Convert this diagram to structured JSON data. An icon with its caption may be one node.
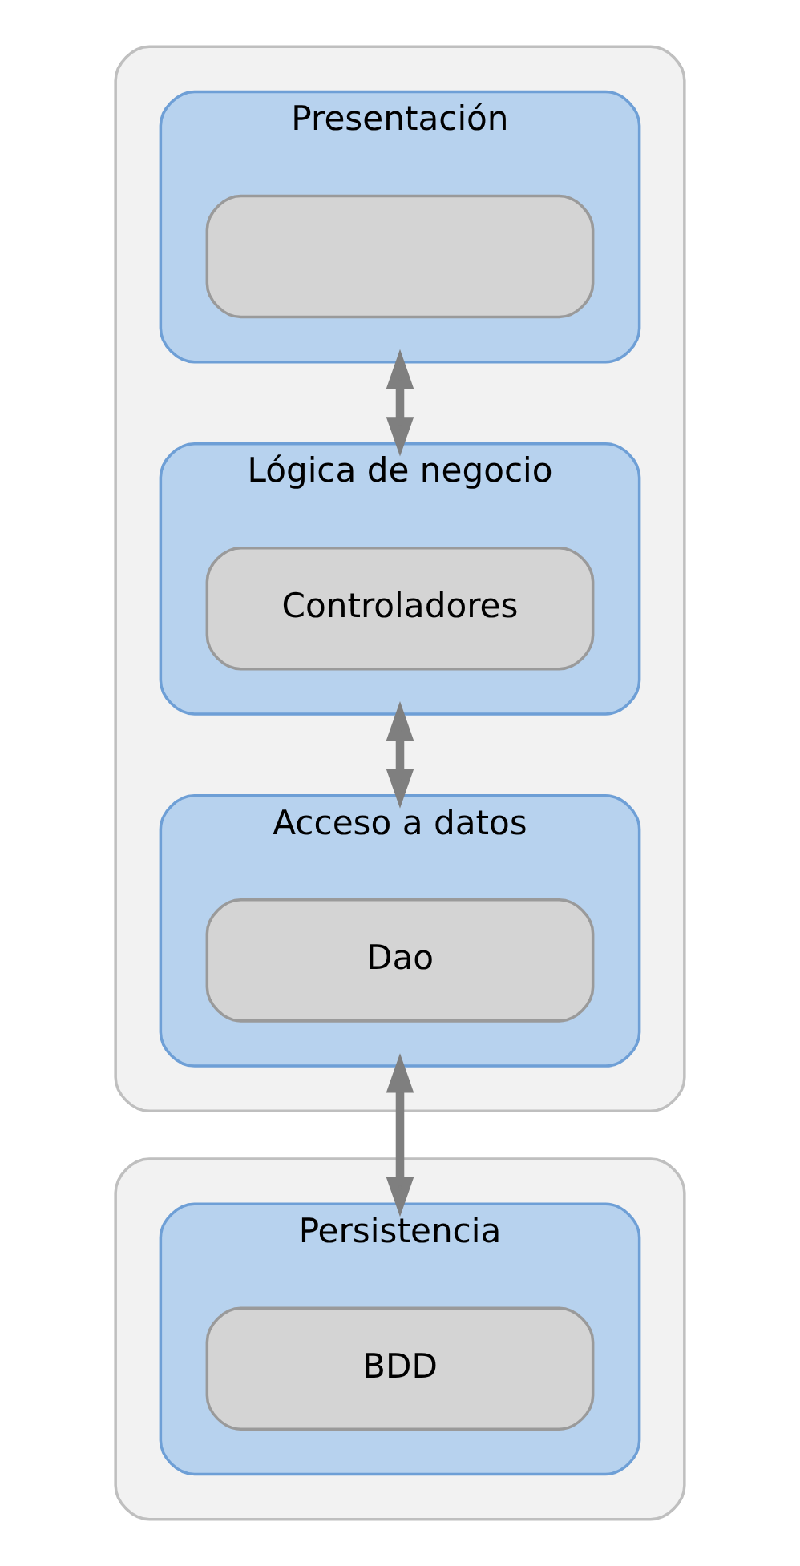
{
  "diagram": {
    "nodes": [
      {
        "text": [],
        "shape": "box"
      },
      {
        "text": [
          "Presentación"
        ],
        "in": 0
      },
      {
        "text": [],
        "shape": "box",
        "in": 1
      },
      {
        "text": [
          "Lógica de negocio"
        ],
        "in": 0
      },
      {
        "text": [
          "Controladores"
        ],
        "in": 3
      },
      {
        "text": [
          "Acceso a datos"
        ],
        "in": 0
      },
      {
        "text": [
          "Dao"
        ],
        "in": 5
      },
      {
        "text": [],
        "shape": "box"
      },
      {
        "text": [
          "Persistencia"
        ],
        "in": 7
      },
      {
        "text": [
          "BDD"
        ],
        "in": 8
      }
    ],
    "edges": [
      {
        "from": 1,
        "to": 3,
        "arrow": "both"
      },
      {
        "from": 3,
        "to": 5,
        "arrow": "both"
      },
      {
        "from": 5,
        "to": 8,
        "arrow": "both"
      }
    ]
  }
}
